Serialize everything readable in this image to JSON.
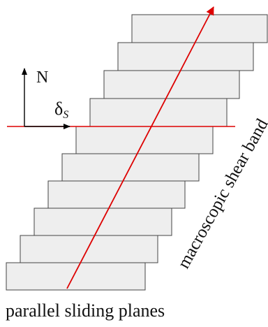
{
  "diagram": {
    "normal_label": "N",
    "slip_label_main": "δ",
    "slip_label_sub": "S",
    "shear_band_label": "macroscopic shear band",
    "caption": "parallel sliding planes",
    "block_count": 10,
    "colors": {
      "block_fill": "#eeeeee",
      "block_stroke": "#444444",
      "shear_line": "#dd0000",
      "arrow": "#000000"
    }
  }
}
